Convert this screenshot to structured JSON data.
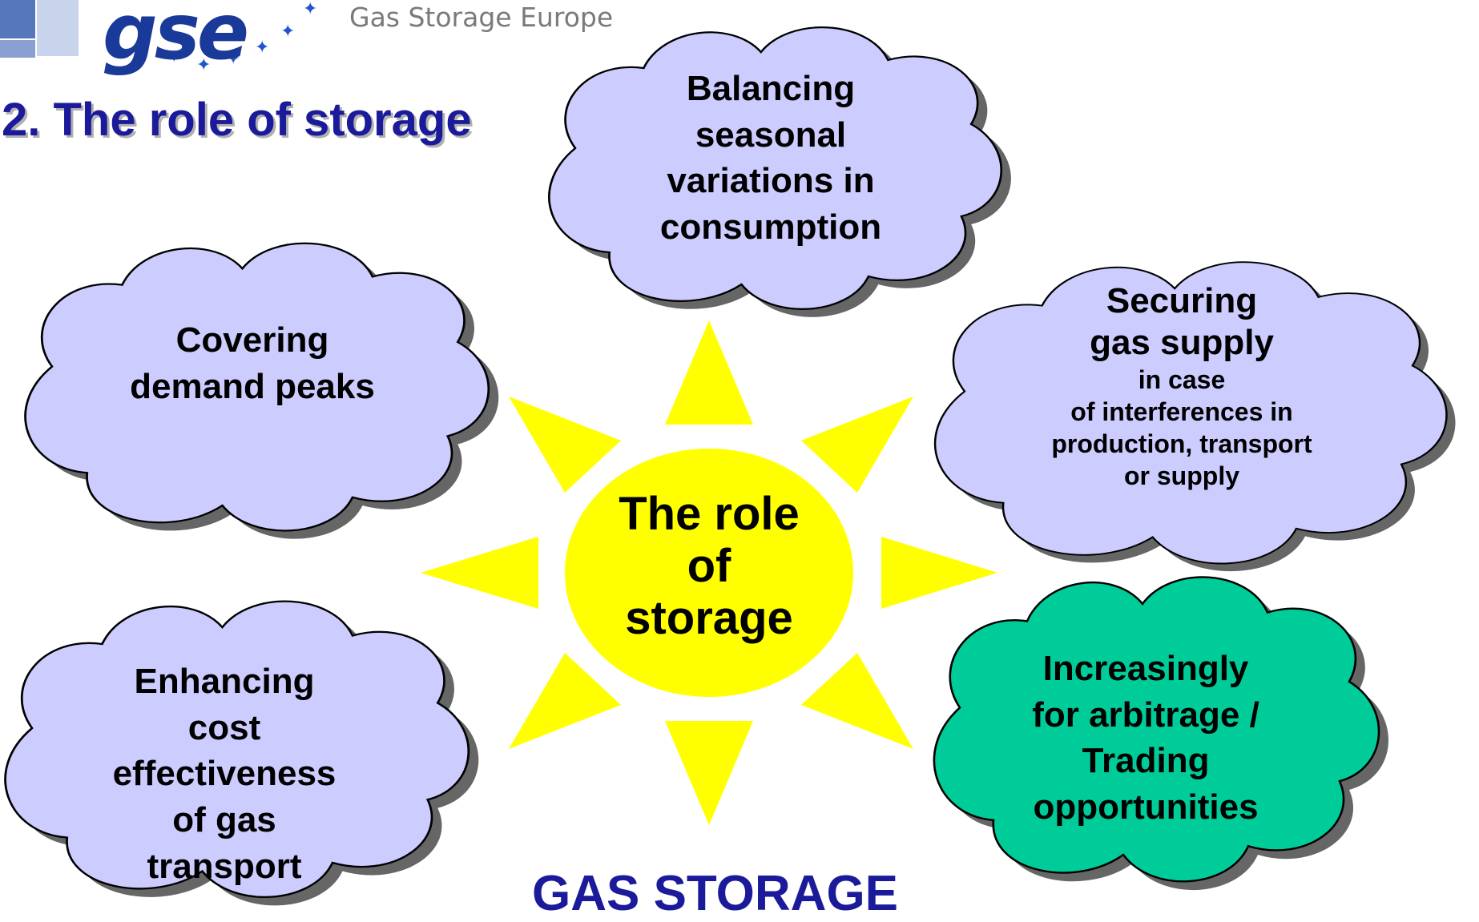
{
  "header": {
    "logo_mark": "gse",
    "logo_text": "Gas Storage Europe"
  },
  "title": "2. The role of storage",
  "center_label": [
    "The role",
    "of",
    "storage"
  ],
  "clouds": {
    "balancing": [
      "Balancing",
      "seasonal",
      "variations in",
      "consumption"
    ],
    "covering": [
      "Covering",
      "demand peaks"
    ],
    "securing": {
      "lead": [
        "Securing",
        "gas supply"
      ],
      "detail": [
        "in case",
        "of interferences in",
        "production, transport",
        "or supply"
      ]
    },
    "enhancing": [
      "Enhancing",
      "cost",
      "effectiveness",
      "of gas",
      "transport"
    ],
    "increasingly": [
      "Increasingly",
      "for arbitrage /",
      "Trading",
      "opportunities"
    ]
  },
  "footer": "GAS STORAGE",
  "colors": {
    "cloud_blue": "#ccccff",
    "cloud_green": "#00cc99",
    "sun": "#ffff00",
    "title": "#1a1a9a"
  }
}
